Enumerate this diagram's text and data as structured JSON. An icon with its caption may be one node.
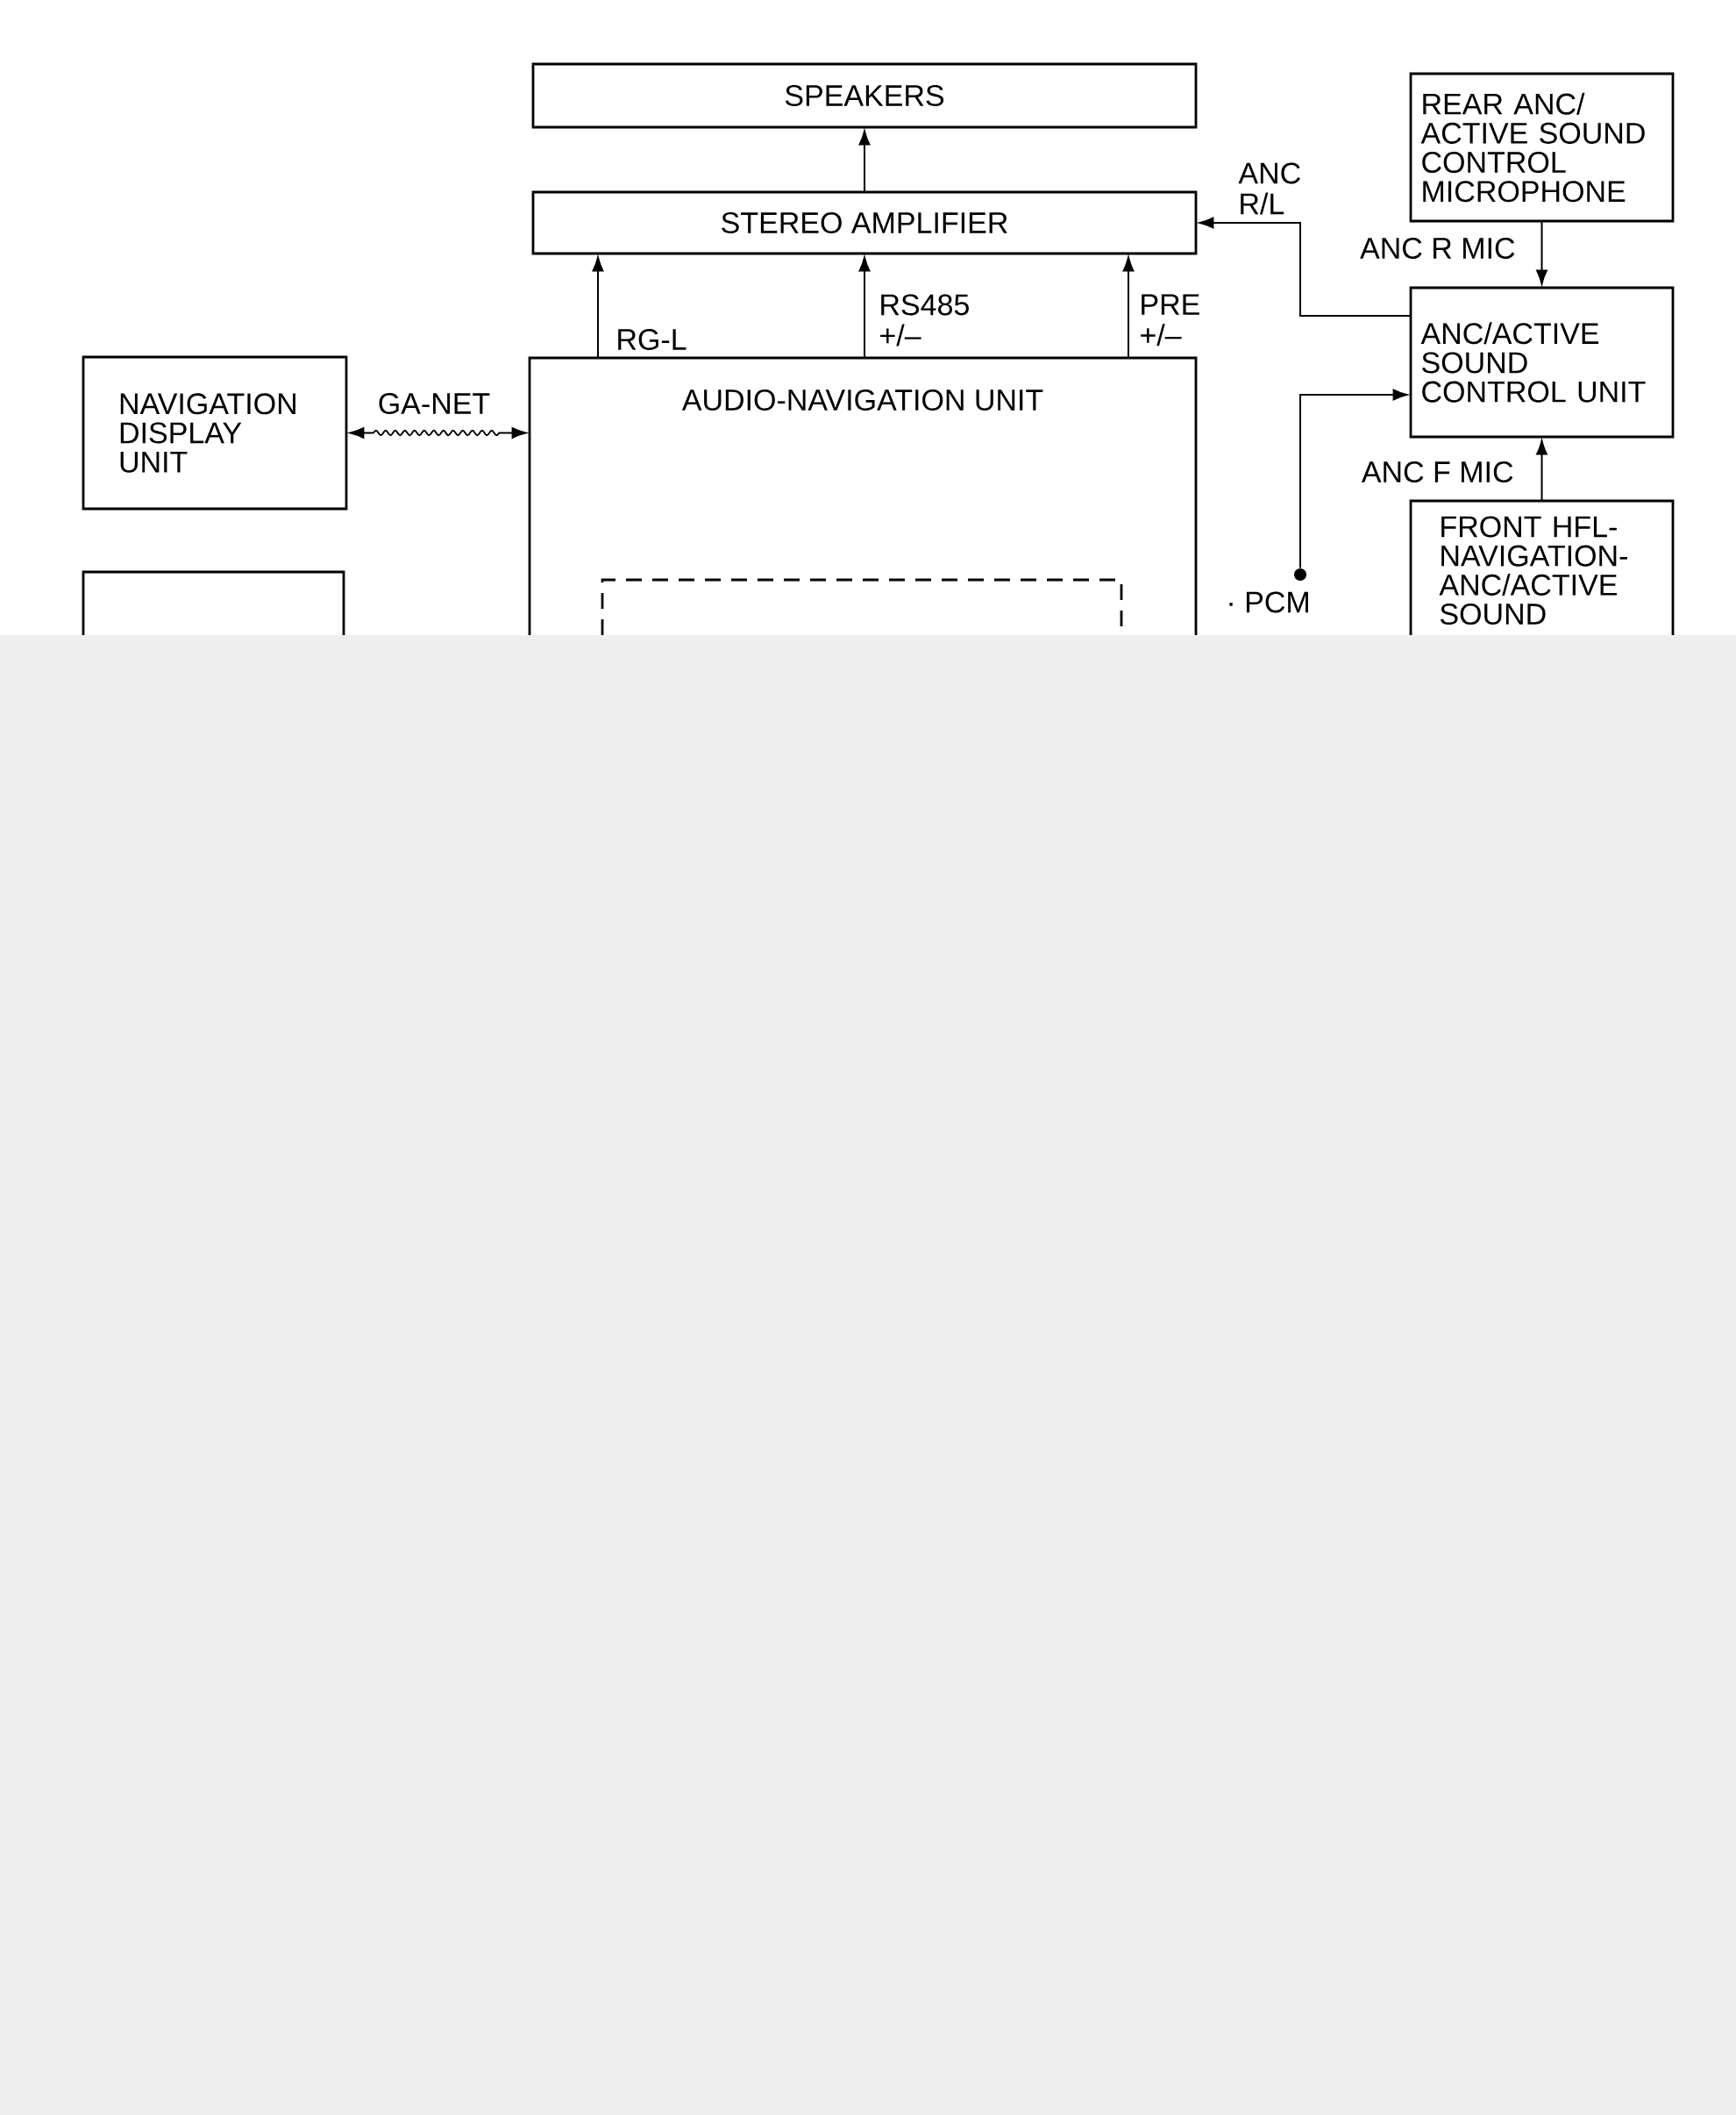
{
  "diagram": {
    "nodes": [
      {
        "text": [
          "SPEAKERS"
        ]
      },
      {
        "text": [
          "STEREO AMPLIFIER"
        ]
      },
      {
        "text": [
          "REAR ANC/ ACTIVE SOUND CONTROL MICROPHONE"
        ]
      },
      {
        "text": [
          "NAVIGATION DISPLAY UNIT"
        ]
      },
      {
        "text": [
          "AUDIO-NAVIGATION UNIT"
        ]
      },
      {
        "text": [
          "ANC/ACTIVE SOUND CONTROL UNIT"
        ]
      },
      {
        "text": [],
        "shape": "box",
        "in": 4
      },
      {
        "text": [],
        "shape": "box"
      },
      {
        "text": [],
        "shape": "circle"
      },
      {
        "text": [
          "FRONT HFL- NAVIGATION- ANC/ACTIVE SOUND"
        ]
      }
    ],
    "edges": [
      {
        "from": 1,
        "to": 0,
        "arrow": "to"
      },
      {
        "from": 4,
        "to": 1,
        "arrow": "to",
        "label": "RG-L"
      },
      {
        "from": 4,
        "to": 1,
        "arrow": "to",
        "label": "RS485 +/–"
      },
      {
        "from": 4,
        "to": 1,
        "arrow": "to",
        "label": "PRE +/–"
      },
      {
        "from": 5,
        "to": 1,
        "arrow": "to",
        "label": "ANC R/L"
      },
      {
        "from": 2,
        "to": 5,
        "arrow": "to",
        "label": "ANC R MIC"
      },
      {
        "from": 3,
        "to": 4,
        "arrow": "both",
        "label": "GA-NET"
      },
      {
        "from": 8,
        "to": 5,
        "arrow": "to"
      },
      {
        "from": 9,
        "to": 5,
        "arrow": "to",
        "label": "ANC F MIC"
      }
    ],
    "labels": [
      "· PCM"
    ]
  }
}
